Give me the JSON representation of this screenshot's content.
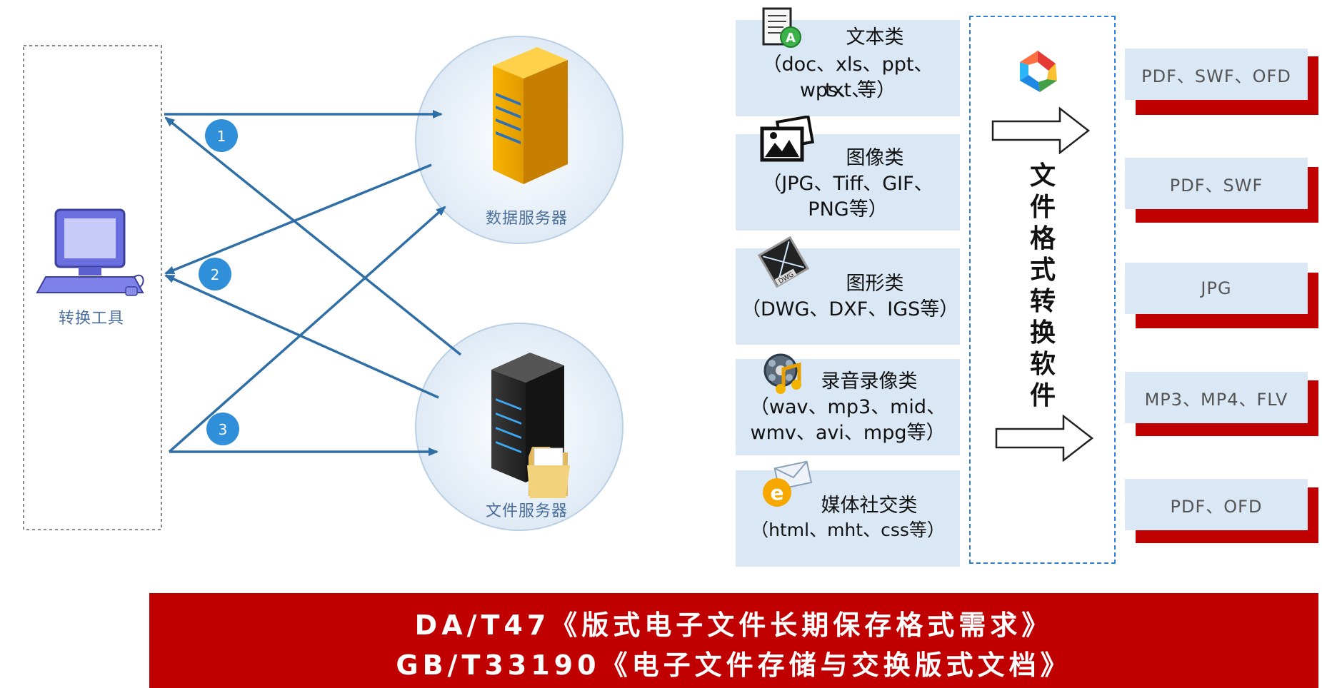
{
  "left": {
    "tool_label": "转换工具",
    "data_server_label": "数据服务器",
    "file_server_label": "文件服务器",
    "step_badges": [
      "1",
      "2",
      "3"
    ]
  },
  "categories": [
    {
      "title": "文本类",
      "formats_line1": "（doc、xls、ppt、txt、",
      "formats_line2": "wps、等）",
      "icon": "document-icon"
    },
    {
      "title": "图像类",
      "formats_line1": "（JPG、Tiff、GIF、",
      "formats_line2": "PNG等）",
      "icon": "image-icon"
    },
    {
      "title": "图形类",
      "formats_line1": "（DWG、DXF、IGS等）",
      "formats_line2": "",
      "icon": "dwg-icon"
    },
    {
      "title": "录音录像类",
      "formats_line1": "（wav、mp3、mid、",
      "formats_line2": "wmv、avi、mpg等）",
      "icon": "media-icon"
    },
    {
      "title": "媒体社交类",
      "formats_line1": "（html、mht、css等）",
      "formats_line2": "",
      "icon": "email-icon"
    }
  ],
  "converter": {
    "title_chars": [
      "文",
      "件",
      "格",
      "式",
      "转",
      "换",
      "软",
      "件"
    ],
    "logo": "converter-logo-icon"
  },
  "outputs": [
    "PDF、SWF、OFD",
    "PDF、SWF",
    "JPG",
    "MP3、MP4、FLV",
    "PDF、OFD"
  ],
  "banner": {
    "line1": "DA/T47《版式电子文件长期保存格式需求》",
    "line2": "GB/T33190《电子文件存储与交换版式文档》"
  },
  "colors": {
    "banner_red": "#c00000",
    "box_blue": "#dae7f4",
    "arrow_blue": "#2f6fa6",
    "badge_blue": "#2f8fd8",
    "dashed_blue": "#2f7fd6"
  }
}
